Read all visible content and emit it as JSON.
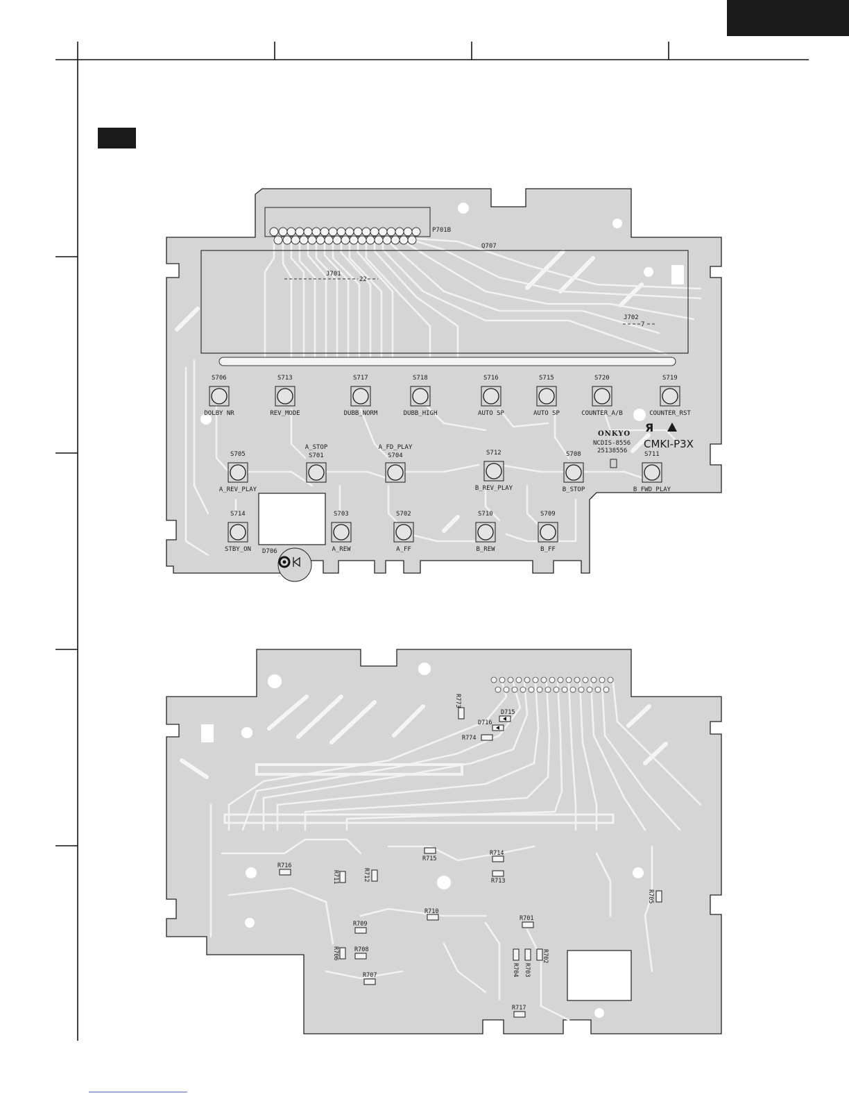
{
  "colors": {
    "board": "#d5d5d5",
    "trace": "#f2f2f2",
    "ink": "#1a1a1a",
    "tab": "#1a1a1a"
  },
  "top_board": {
    "connector_label": "P701B",
    "display_label": "Q707",
    "jumper1": {
      "name": "J701",
      "num": "22"
    },
    "jumper2": {
      "name": "J702",
      "num": "7"
    },
    "brand": "ONKYO",
    "board_code": "NCDIS-8556",
    "board_number": "25138556",
    "model": "CMKI-P3X",
    "led_label": "D706",
    "switches": [
      {
        "ref": "S706",
        "func": "DOLBY NR"
      },
      {
        "ref": "S713",
        "func": "REV_MODE"
      },
      {
        "ref": "S717",
        "func": "DUBB_NORM"
      },
      {
        "ref": "S718",
        "func": "DUBB_HIGH"
      },
      {
        "ref": "S716",
        "func": "AUTO SP"
      },
      {
        "ref": "S715",
        "func": "AUTO SP"
      },
      {
        "ref": "S720",
        "func": "COUNTER_A/B"
      },
      {
        "ref": "S719",
        "func": "COUNTER_RST"
      },
      {
        "ref": "S705",
        "func": "A_REV_PLAY"
      },
      {
        "ref": "S701",
        "func": "A_STOP"
      },
      {
        "ref": "S704",
        "func": "A_FD_PLAY"
      },
      {
        "ref": "S712",
        "func": "B_REV_PLAY"
      },
      {
        "ref": "S708",
        "func": "B_STOP"
      },
      {
        "ref": "S711",
        "func": "B_FWD_PLAY"
      },
      {
        "ref": "S714",
        "func": "STBY_ON"
      },
      {
        "ref": "S703",
        "func": "A_REW"
      },
      {
        "ref": "S702",
        "func": "A_FF"
      },
      {
        "ref": "S710",
        "func": "B_REW"
      },
      {
        "ref": "S709",
        "func": "B_FF"
      }
    ]
  },
  "bottom_board": {
    "diodes": [
      "D715",
      "D716"
    ],
    "resistors": [
      "R773",
      "R774",
      "R716",
      "R711",
      "R712",
      "R715",
      "R714",
      "R713",
      "R705",
      "R710",
      "R709",
      "R701",
      "R706",
      "R708",
      "R707",
      "R704",
      "R703",
      "R702",
      "R717"
    ]
  }
}
